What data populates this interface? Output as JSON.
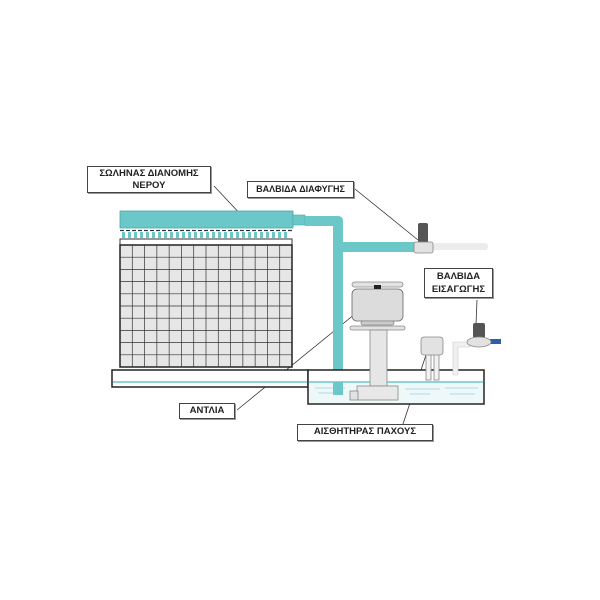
{
  "labels": {
    "distribution_pipe_line1": "ΣΩΛΗΝΑΣ ΔΙΑΝΟΜΗΣ",
    "distribution_pipe_line2": "ΝΕΡΟΥ",
    "bleed_valve": "ΒΑΛΒΙΔΑ ΔΙΑΦΥΓΗΣ",
    "inlet_valve_line1": "ΒΑΛΒΙΔΑ",
    "inlet_valve_line2": "ΕΙΣΑΓΩΓΗΣ",
    "pump": "ΑΝΤΛΙΑ",
    "level_sensor": "ΑΙΣΘΗΤΗΡΑΣ ΠΑΧΟΥΣ"
  },
  "colors": {
    "water": "#6cc8c8",
    "panel": "#e6e6e6",
    "outline": "#222222",
    "valve_dark": "#555555",
    "inlet_blue": "#2d5fa8"
  }
}
